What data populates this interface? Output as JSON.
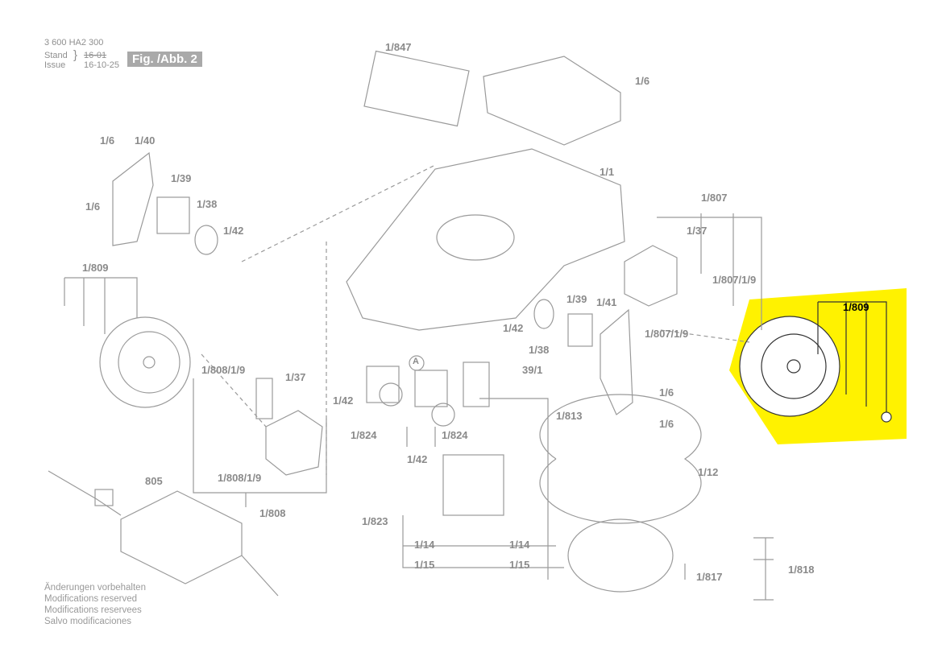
{
  "header": {
    "part_number": "3 600 HA2 300",
    "stand_label": "Stand",
    "issue_label": "Issue",
    "stand_value": "16-01",
    "issue_value": "16-10-25",
    "figure": "Fig. /Abb. 2"
  },
  "labels": [
    "1/847",
    "1/6",
    "1/6",
    "1/40",
    "1/39",
    "1/6",
    "1/38",
    "1/42",
    "1/1",
    "1/807",
    "1/37",
    "1/807/1/9",
    "1/809",
    "1/39",
    "1/41",
    "1/42",
    "1/807/1/9",
    "1/38",
    "1/809",
    "A",
    "39/1",
    "1/808/1/9",
    "1/37",
    "1/6",
    "1/42",
    "1/813",
    "1/824",
    "1/824",
    "1/6",
    "1/42",
    "1/12",
    "805",
    "1/808/1/9",
    "1/808",
    "1/823",
    "1/14",
    "1/14",
    "1/15",
    "1/15",
    "1/817",
    "1/818"
  ],
  "notes": [
    "Änderungen vorbehalten",
    "Modifications reserved",
    "Modifications reservees",
    "Salvo modificaciones"
  ],
  "colors": {
    "highlight": "#fff200",
    "line": "#9a9a9a"
  }
}
